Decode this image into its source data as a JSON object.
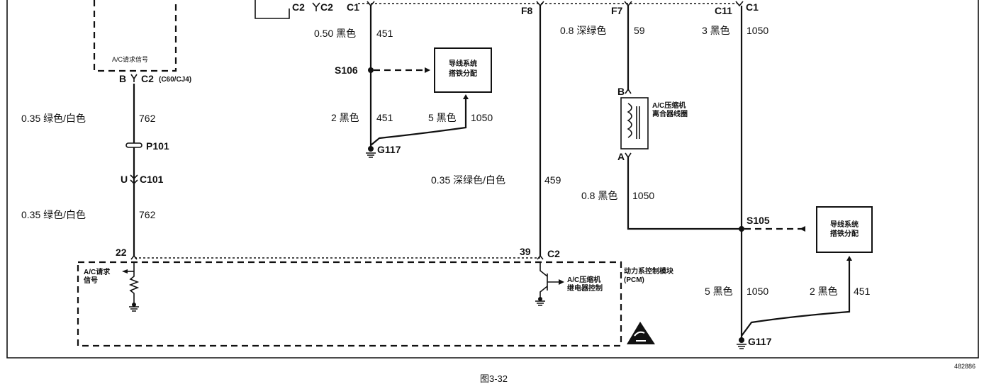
{
  "connectors": {
    "c2_left_a": "C2",
    "c2_left_b": "C2",
    "c1_top": "C1",
    "f8": "F8",
    "f7": "F7",
    "c11": "C11",
    "c1_right": "C1",
    "b_c2": "B",
    "c2_sub": "C2",
    "c60_cj4": "(C60/CJ4)",
    "p101": "P101",
    "u_pin": "U",
    "c101": "C101",
    "pin22": "22",
    "pin39": "39",
    "c2_pcm": "C2",
    "coil_b": "B",
    "coil_a": "A"
  },
  "splices": {
    "s106": "S106",
    "s105": "S105"
  },
  "grounds": {
    "g117_left": "G117",
    "g117_right": "G117"
  },
  "wires": {
    "w451_top": {
      "gauge_color": "0.50 黑色",
      "circuit": "451"
    },
    "w451_bot": {
      "gauge_color": "2 黑色",
      "circuit": "451"
    },
    "w1050_s106": {
      "gauge_color": "5 黑色",
      "circuit": "1050"
    },
    "w59": {
      "gauge_color": "0.8 深绿色",
      "circuit": "59"
    },
    "w1050_top": {
      "gauge_color": "3 黑色",
      "circuit": "1050"
    },
    "w762_a": {
      "gauge_color": "0.35 绿色/白色",
      "circuit": "762"
    },
    "w762_b": {
      "gauge_color": "0.35 绿色/白色",
      "circuit": "762"
    },
    "w459": {
      "gauge_color": "0.35 深绿色/白色",
      "circuit": "459"
    },
    "w1050_coil": {
      "gauge_color": "0.8 黑色",
      "circuit": "1050"
    },
    "w1050_s105": {
      "gauge_color": "5 黑色",
      "circuit": "1050"
    },
    "w451_s105": {
      "gauge_color": "2 黑色",
      "circuit": "451"
    }
  },
  "components": {
    "ac_request_signal_top": "A/C请求信号",
    "ground_dist_left": [
      "导线系统",
      "搭铁分配"
    ],
    "ground_dist_right": [
      "导线系统",
      "搭铁分配"
    ],
    "clutch_coil": [
      "A/C压缩机",
      "离合器线圈"
    ],
    "pcm_ac_request": [
      "A/C请求",
      "信号"
    ],
    "pcm_relay_ctrl": [
      "A/C压缩机",
      "继电器控制"
    ],
    "pcm_name": [
      "动力系控制模块",
      "(PCM)"
    ]
  },
  "caption": "图3-32",
  "ref_number": "482886"
}
